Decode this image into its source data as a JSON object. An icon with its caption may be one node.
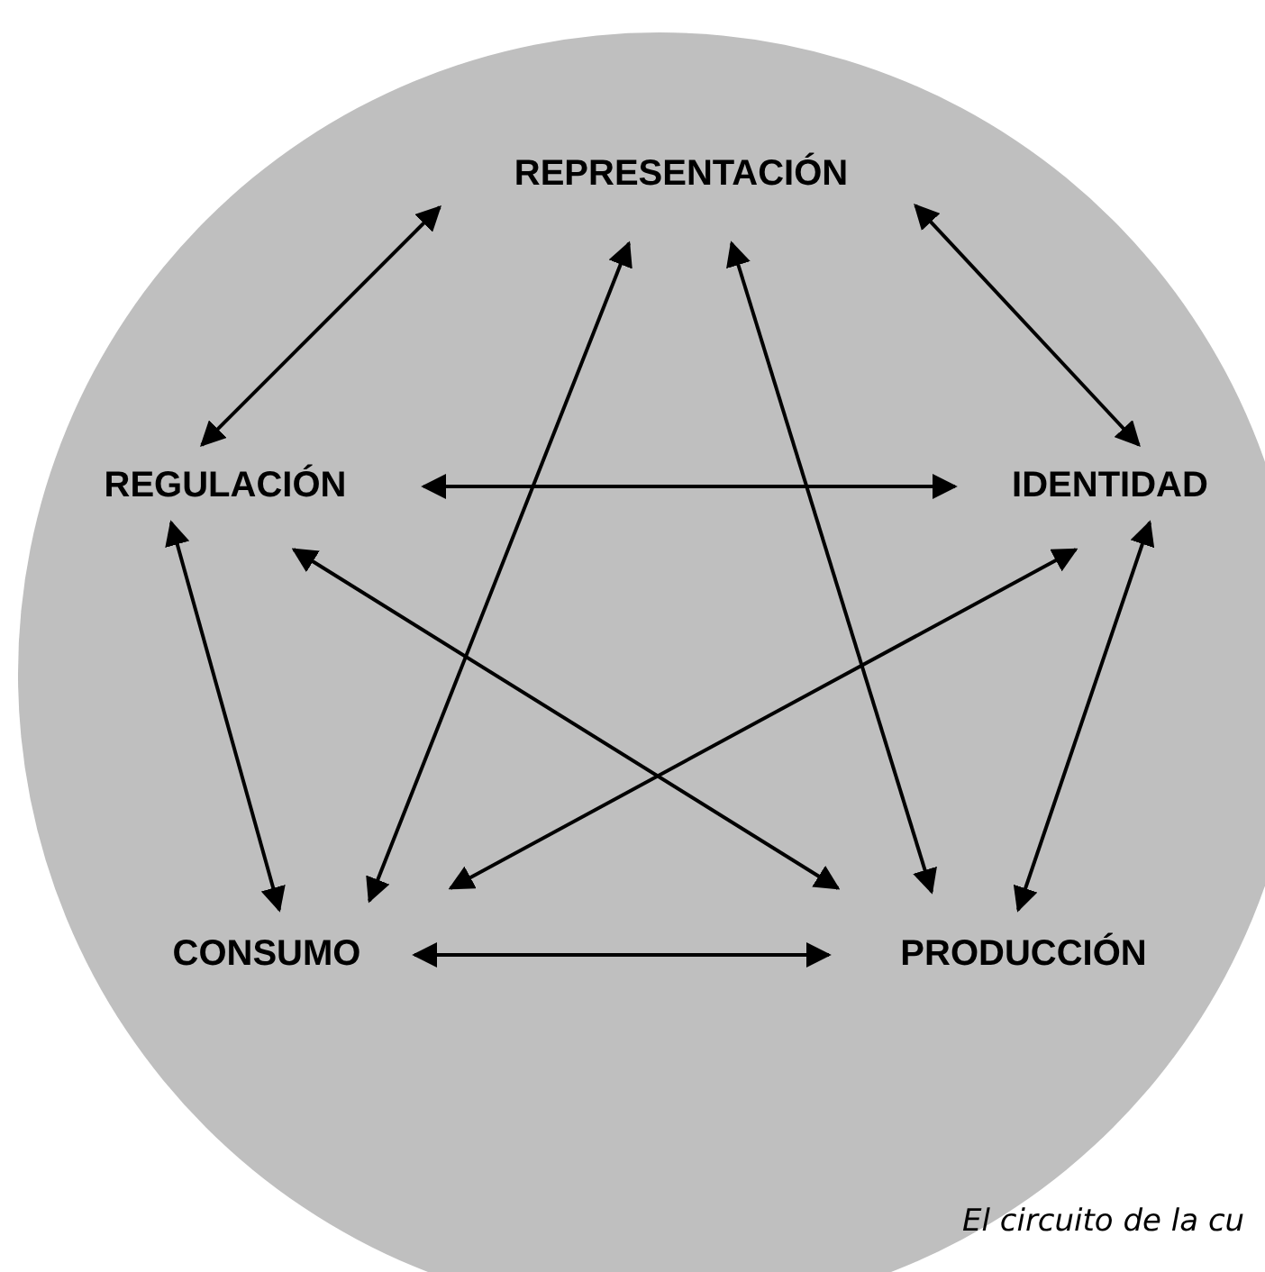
{
  "diagram": {
    "caption": "El circuito de la cu",
    "nodes": [
      {
        "text": [
          "REPRESENTACIÓN"
        ]
      },
      {
        "text": [
          "REGULACIÓN"
        ]
      },
      {
        "text": [
          "IDENTIDAD"
        ]
      },
      {
        "text": [
          "CONSUMO"
        ]
      },
      {
        "text": [
          "PRODUCCIÓN"
        ]
      }
    ],
    "edges": [
      {
        "from": 0,
        "to": 1,
        "arrow": "both"
      },
      {
        "from": 0,
        "to": 2,
        "arrow": "both"
      },
      {
        "from": 1,
        "to": 2,
        "arrow": "both"
      },
      {
        "from": 1,
        "to": 3,
        "arrow": "both"
      },
      {
        "from": 2,
        "to": 4,
        "arrow": "both"
      },
      {
        "from": 3,
        "to": 4,
        "arrow": "both"
      },
      {
        "from": 0,
        "to": 3,
        "arrow": "both"
      },
      {
        "from": 0,
        "to": 4,
        "arrow": "both"
      },
      {
        "from": 1,
        "to": 4,
        "arrow": "both"
      },
      {
        "from": 2,
        "to": 3,
        "arrow": "both"
      }
    ]
  }
}
